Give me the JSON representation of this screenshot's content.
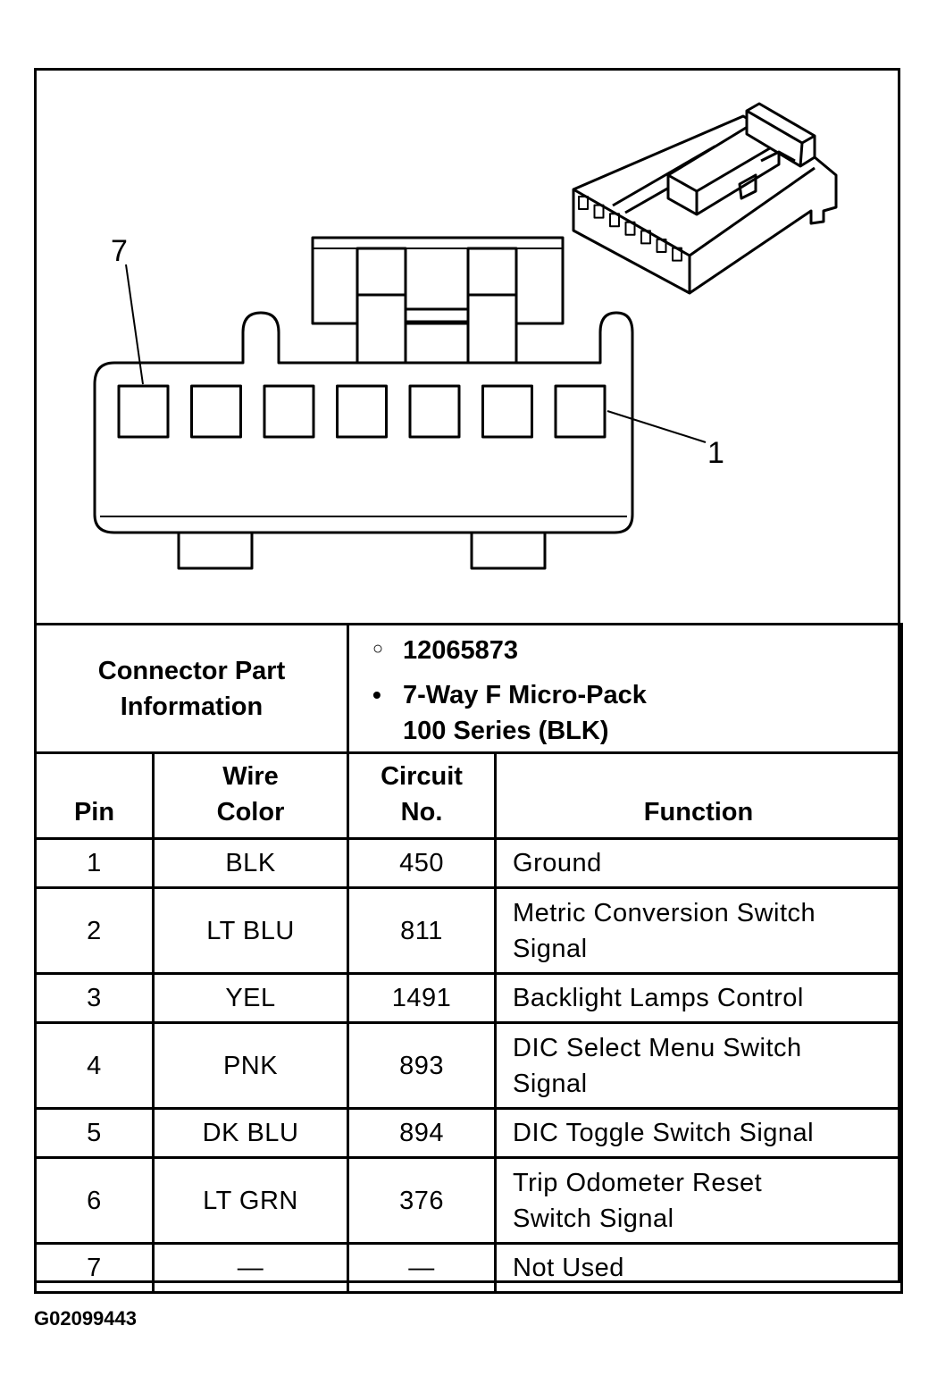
{
  "diagram": {
    "pin_callout_left": "7",
    "pin_callout_right": "1",
    "pin_count": 7
  },
  "connector_info": {
    "label_line1": "Connector Part",
    "label_line2": "Information",
    "part_number": "12065873",
    "description_line1": "7-Way F Micro-Pack",
    "description_line2": "100 Series (BLK)"
  },
  "table": {
    "headers": {
      "pin": "Pin",
      "wire_color_line1": "Wire",
      "wire_color_line2": "Color",
      "circuit_line1": "Circuit",
      "circuit_line2": "No.",
      "function": "Function"
    },
    "rows": [
      {
        "pin": "1",
        "color": "BLK",
        "circuit": "450",
        "function_line1": "Ground",
        "function_line2": ""
      },
      {
        "pin": "2",
        "color": "LT BLU",
        "circuit": "811",
        "function_line1": "Metric Conversion Switch",
        "function_line2": "Signal"
      },
      {
        "pin": "3",
        "color": "YEL",
        "circuit": "1491",
        "function_line1": "Backlight Lamps Control",
        "function_line2": ""
      },
      {
        "pin": "4",
        "color": "PNK",
        "circuit": "893",
        "function_line1": "DIC Select Menu Switch",
        "function_line2": "Signal"
      },
      {
        "pin": "5",
        "color": "DK BLU",
        "circuit": "894",
        "function_line1": "DIC Toggle Switch Signal",
        "function_line2": ""
      },
      {
        "pin": "6",
        "color": "LT GRN",
        "circuit": "376",
        "function_line1": "Trip Odometer Reset",
        "function_line2": "Switch Signal"
      },
      {
        "pin": "7",
        "color": "—",
        "circuit": "—",
        "function_line1": "Not Used",
        "function_line2": ""
      }
    ]
  },
  "figure_id": "G02099443"
}
